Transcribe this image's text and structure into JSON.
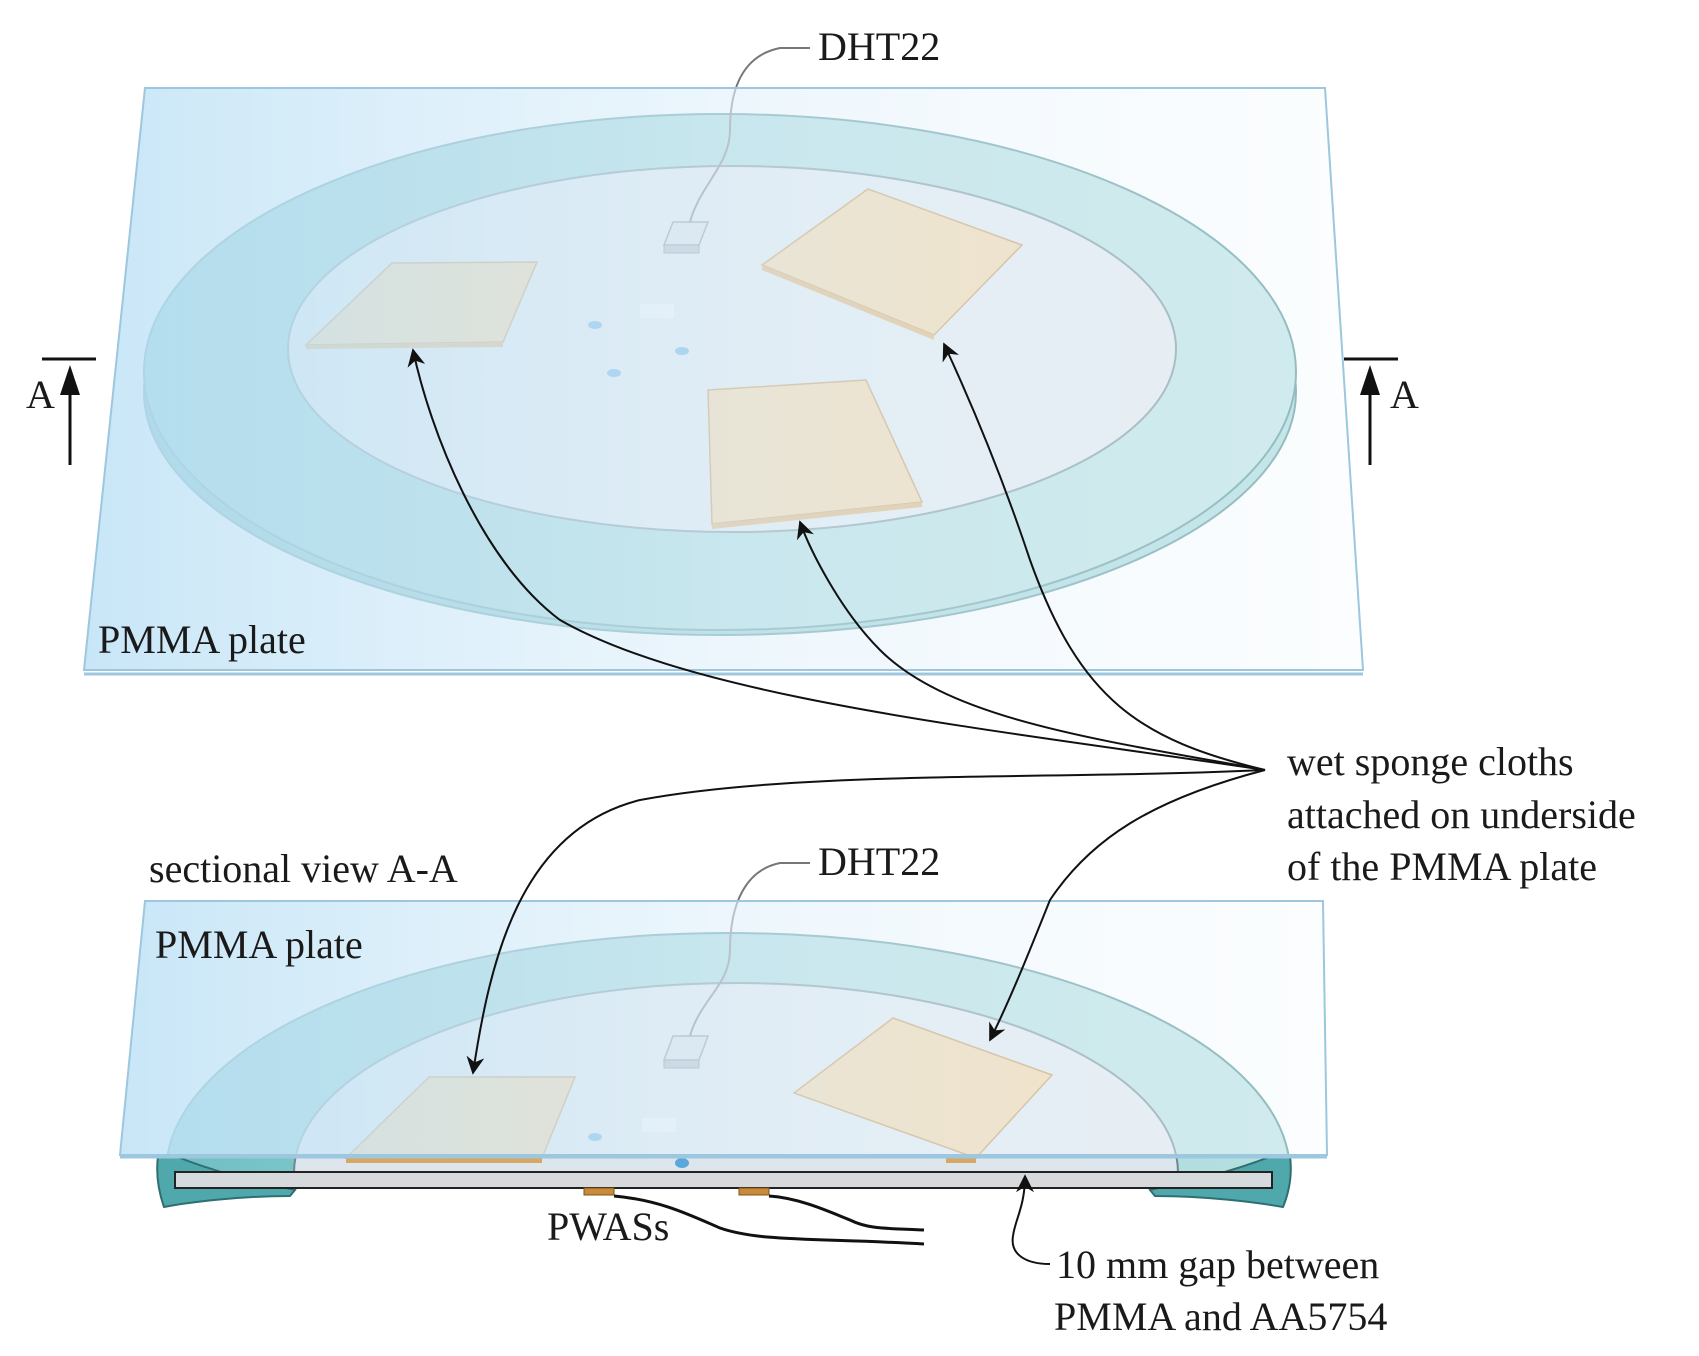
{
  "top_view": {
    "plate_label": "PMMA plate",
    "sensor_label": "DHT22",
    "section_marker_left": "A",
    "section_marker_right": "A"
  },
  "sectional_view": {
    "title": "sectional view A-A",
    "plate_label": "PMMA plate",
    "sensor_label": "DHT22",
    "pwas_label": "PWASs",
    "gap_label_line1": "10 mm gap between",
    "gap_label_line2": "PMMA and AA5754"
  },
  "callout": {
    "line1": "wet sponge cloths",
    "line2": "attached on underside",
    "line3": "of the PMMA plate"
  },
  "colors": {
    "plate_blue": "#cfe8f7",
    "ring_teal": "#8fcfd0",
    "ring_teal_dark": "#5aa9ac",
    "inner_gray": "#dde6ec",
    "sponge": "#f2cf9b",
    "sponge_edge": "#c99a55",
    "sensor_gray": "#c9d3dc",
    "droplet": "#59a7dd"
  }
}
